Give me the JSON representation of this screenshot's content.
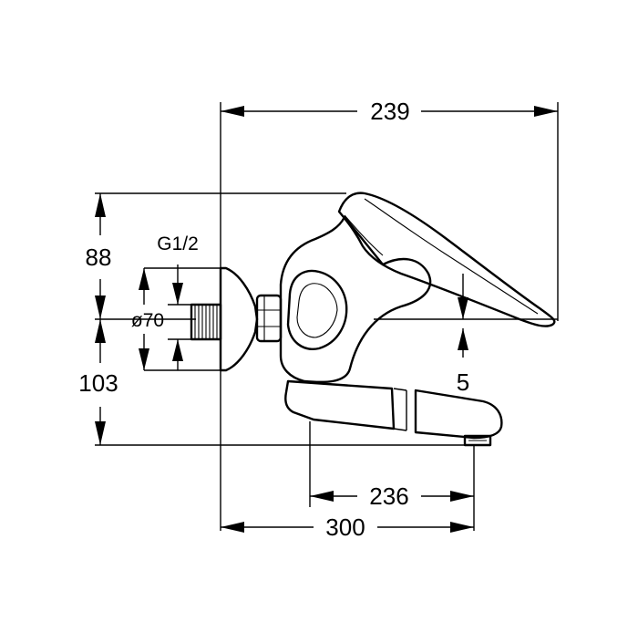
{
  "dimensions": {
    "overall_width": "239",
    "upper_height": "88",
    "thread": "G1/2",
    "flange_diameter": "ø70",
    "lower_height": "103",
    "spout_gap": "5",
    "spout_reach": "236",
    "total_reach": "300"
  }
}
